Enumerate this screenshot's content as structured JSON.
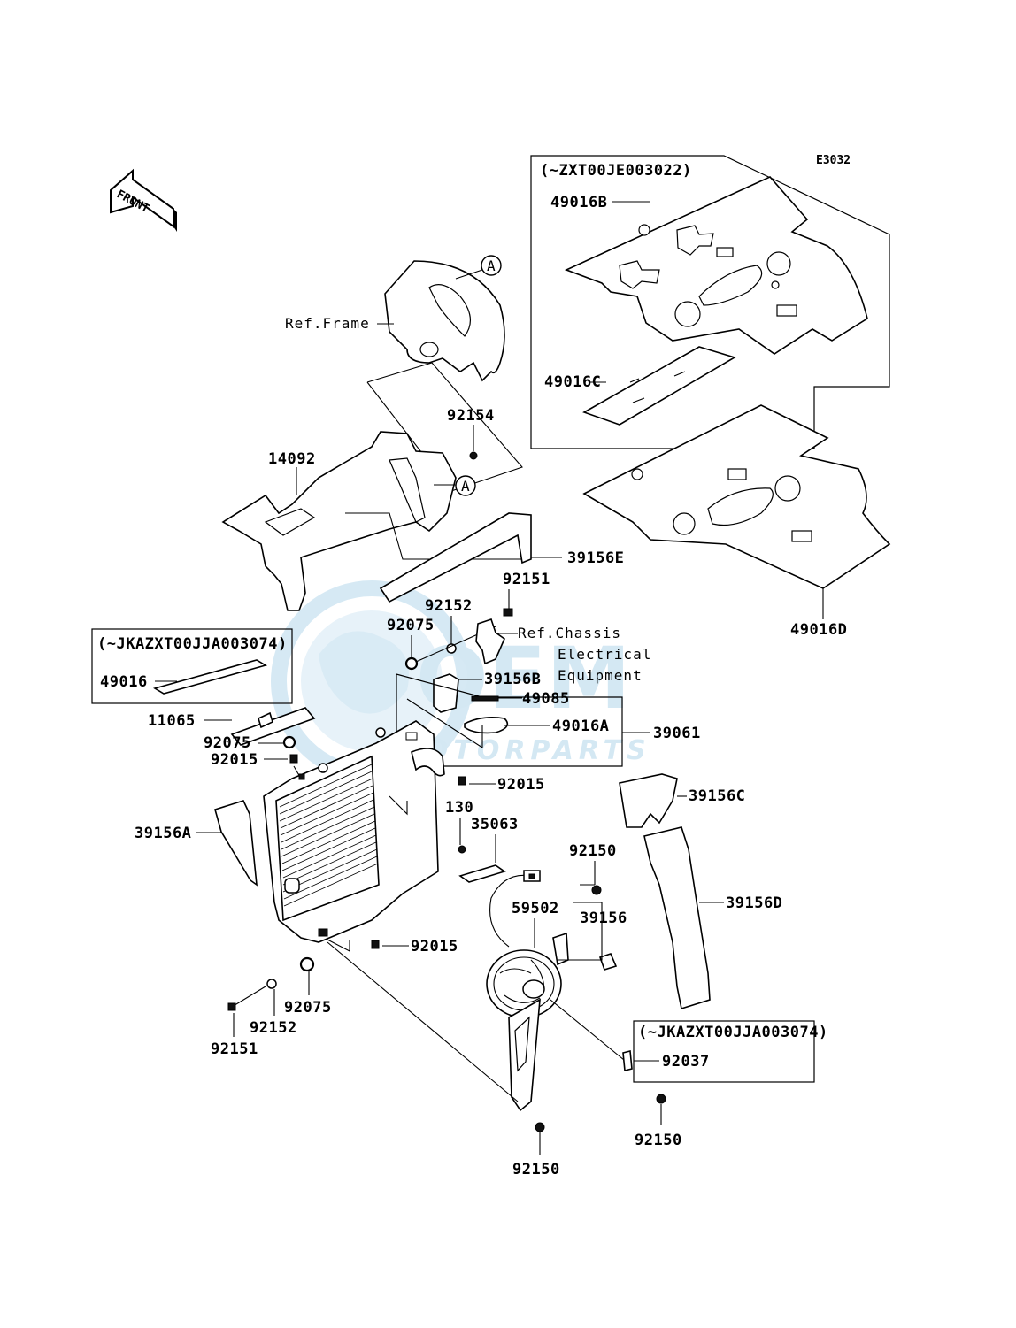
{
  "diagram_code": "E3032",
  "front_label": "FRONT",
  "watermark": {
    "brand": "OEM",
    "sub": "MOTORPARTS"
  },
  "refs": {
    "frame": "Ref.Frame",
    "chassis_line1": "Ref.Chassis",
    "chassis_line2": "Electrical",
    "chassis_line3": "Equipment",
    "circle_a": "A"
  },
  "groups": {
    "upper_right": "(~ZXT00JE003022)",
    "left": "(~JKAZXT00JJA003074)",
    "lower_right": "(~JKAZXT00JJA003074)"
  },
  "parts": {
    "p49016B": "49016B",
    "p49016C": "49016C",
    "p49016D": "49016D",
    "p92154": "92154",
    "p14092": "14092",
    "p39156E": "39156E",
    "p92151_top": "92151",
    "p92152_top": "92152",
    "p92075_top": "92075",
    "p39156B": "39156B",
    "p49085": "49085",
    "p49016A": "49016A",
    "p39061": "39061",
    "p49016": "49016",
    "p11065": "11065",
    "p92075_mid": "92075",
    "p92015_a": "92015",
    "p92015_b": "92015",
    "p130": "130",
    "p35063": "35063",
    "p39156C": "39156C",
    "p39156A": "39156A",
    "p92150_a": "92150",
    "p59502": "59502",
    "p39156": "39156",
    "p39156D": "39156D",
    "p92015_c": "92015",
    "p92075_bot": "92075",
    "p92152_bot": "92152",
    "p92151_bot": "92151",
    "p92037": "92037",
    "p92150_b": "92150",
    "p92150_c": "92150"
  }
}
